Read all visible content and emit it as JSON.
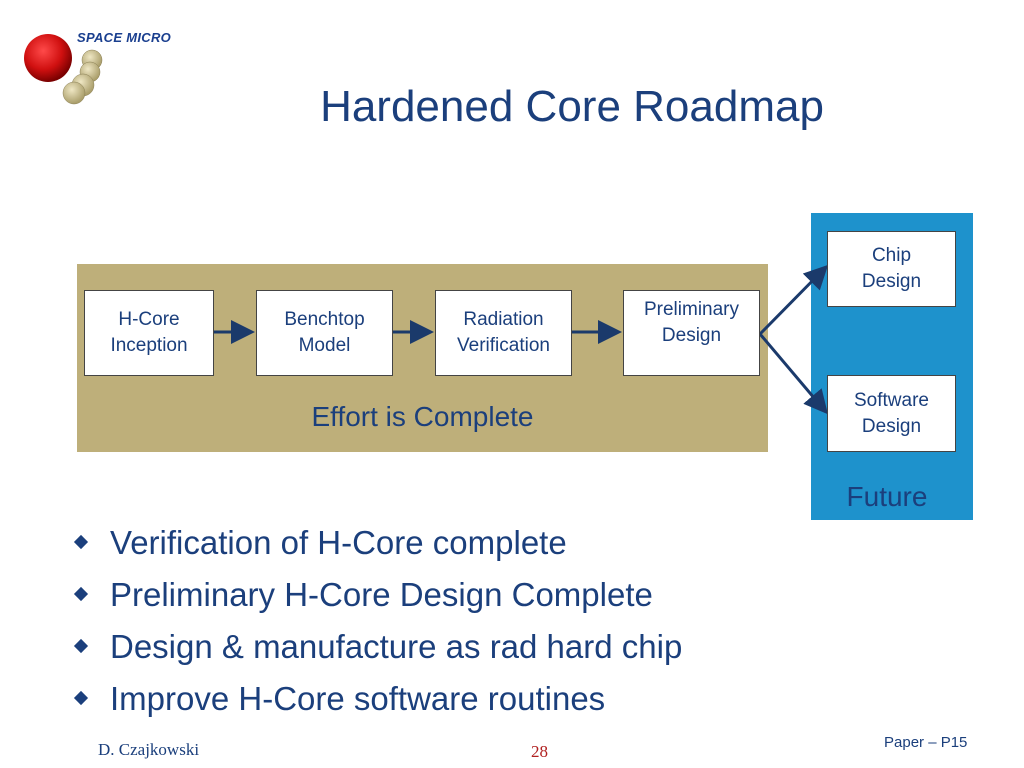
{
  "logo": {
    "text": "SPACE MICRO"
  },
  "title": "Hardened Core Roadmap",
  "diagram": {
    "complete_panel": {
      "label": "Effort is Complete",
      "steps": [
        "H-Core\nInception",
        "Benchtop\nModel",
        "Radiation\nVerification",
        "Preliminary\nDesign"
      ]
    },
    "future_panel": {
      "label": "Future",
      "steps": [
        "Chip\nDesign",
        "Software\nDesign"
      ]
    }
  },
  "bullets": [
    "Verification of H-Core complete",
    "Preliminary H-Core Design Complete",
    "Design & manufacture as rad hard chip",
    "Improve H-Core software routines"
  ],
  "footer": {
    "author": "D. Czajkowski",
    "page": "28",
    "reference": "Paper – P15"
  },
  "colors": {
    "title": "#1b3f7c",
    "complete_panel": "#beaf7a",
    "future_panel": "#1e92cc",
    "arrow": "#1b3a6b",
    "page_number": "#b02020"
  }
}
